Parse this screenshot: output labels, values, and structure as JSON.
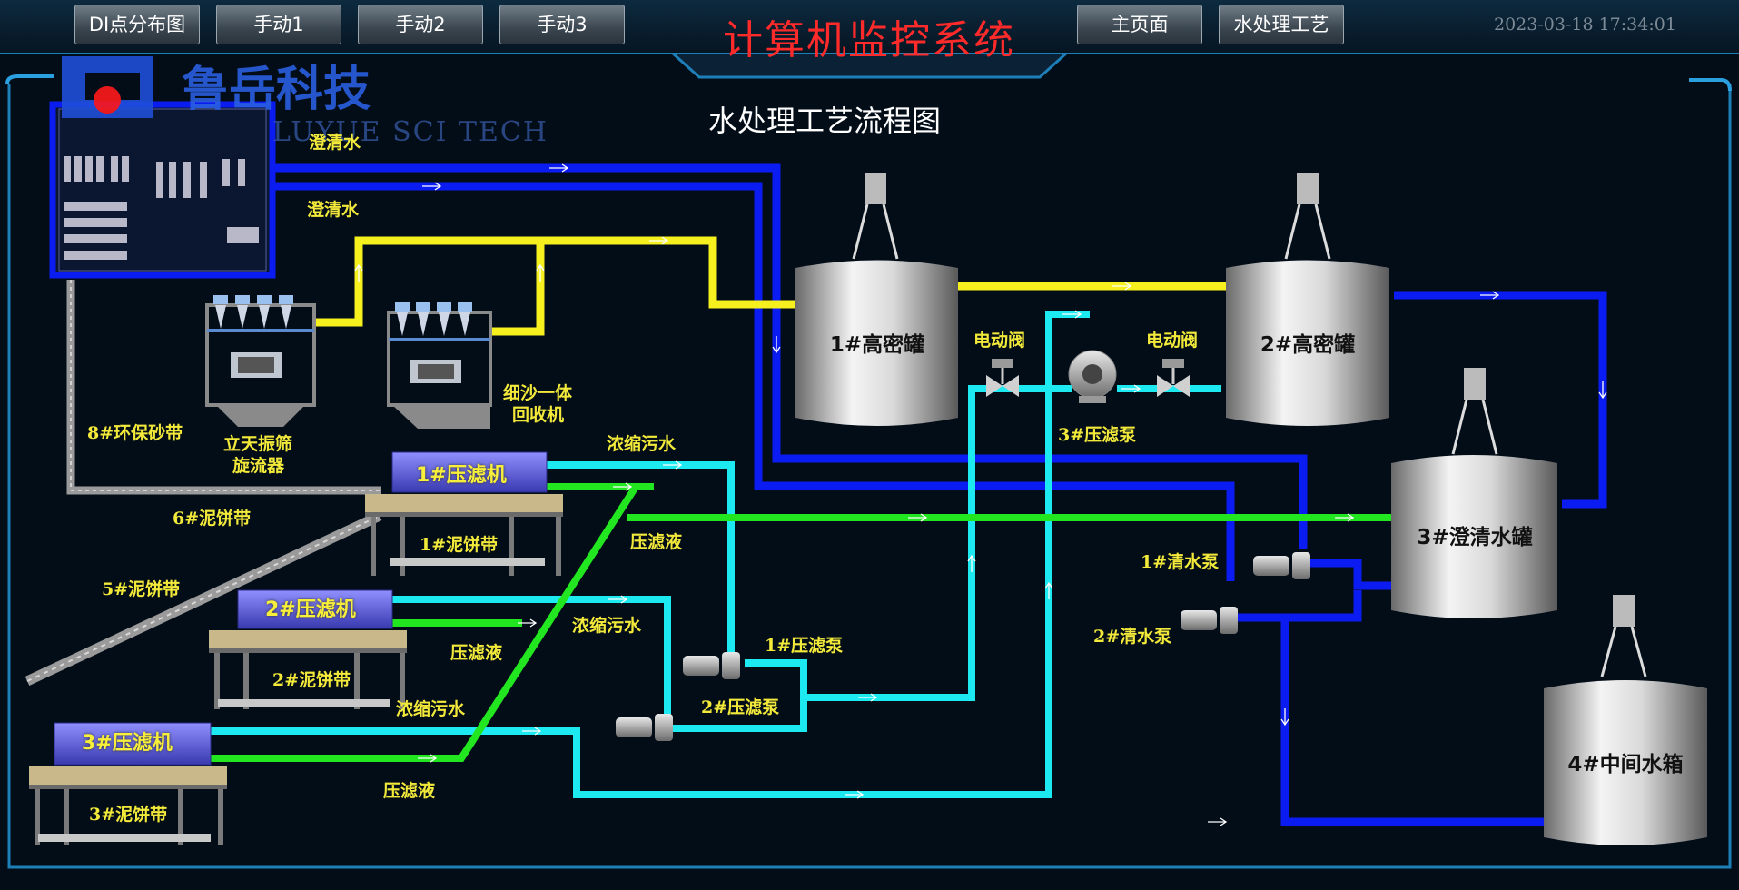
{
  "nav": {
    "buttons": [
      {
        "label": "DI点分布图"
      },
      {
        "label": "手动1"
      },
      {
        "label": "手动2"
      },
      {
        "label": "手动3"
      },
      {
        "label": "主页面"
      },
      {
        "label": "水处理工艺"
      }
    ]
  },
  "header": {
    "title": "计算机监控系统",
    "datetime": "2023-03-18  17:34:01"
  },
  "logo": {
    "name": "鲁岳科技",
    "sub": "LUYUE SCI TECH"
  },
  "page_title": "水处理工艺流程图",
  "tanks": {
    "t1": "1#高密罐",
    "t2": "2#高密罐",
    "t3": "3#澄清水罐",
    "t4": "4#中间水箱"
  },
  "filter_press": {
    "fp1": "1#压滤机",
    "fp2": "2#压滤机",
    "fp3": "3#压滤机"
  },
  "labels": {
    "clear_water_1": "澄清水",
    "clear_water_2": "澄清水",
    "valve_1": "电动阀",
    "valve_2": "电动阀",
    "filter_pump_3": "3#压滤泵",
    "fine_sand": "细沙一体",
    "fine_sand_2": "回收机",
    "screen_1": "立天振筛",
    "screen_2": "旋流器",
    "sand_belt_8": "8#环保砂带",
    "cake_belt_6": "6#泥饼带",
    "cake_belt_1": "1#泥饼带",
    "cake_belt_5": "5#泥饼带",
    "cake_belt_2": "2#泥饼带",
    "cake_belt_3": "3#泥饼带",
    "sludge_1": "浓缩污水",
    "filtrate_1": "压滤液",
    "sludge_2": "浓缩污水",
    "filtrate_2": "压滤液",
    "sludge_3": "浓缩污水",
    "filtrate_3": "压滤液",
    "filter_pump_1": "1#压滤泵",
    "filter_pump_2": "2#压滤泵",
    "clear_pump_1": "1#清水泵",
    "clear_pump_2": "2#清水泵"
  },
  "colors": {
    "pipe_blue": "#0a1cf2",
    "pipe_yellow": "#f5f01e",
    "pipe_cyan": "#1de9f0",
    "pipe_green": "#22e61f",
    "label_yellow": "#f2e93a",
    "title_red": "#ff2a2a"
  }
}
